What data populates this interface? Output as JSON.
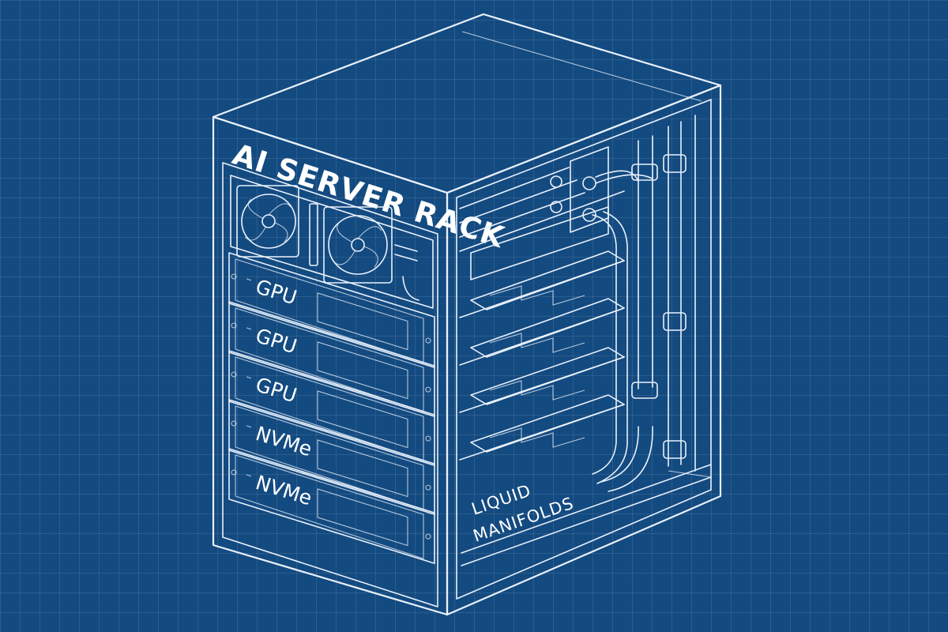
{
  "diagram": {
    "title": "AI SERVER RACK",
    "slots": [
      {
        "label": "GPU"
      },
      {
        "label": "GPU"
      },
      {
        "label": "GPU"
      },
      {
        "label": "NVMe"
      },
      {
        "label": "NVMe"
      }
    ],
    "side_label": {
      "line1": "LIQUID",
      "line2": "MANIFOLDS"
    },
    "colors": {
      "background": "#134a80",
      "line": "#e9f1fb"
    },
    "icons": [
      "fan-icon",
      "vent-grille-icon",
      "pipe-fitting-icon"
    ]
  }
}
